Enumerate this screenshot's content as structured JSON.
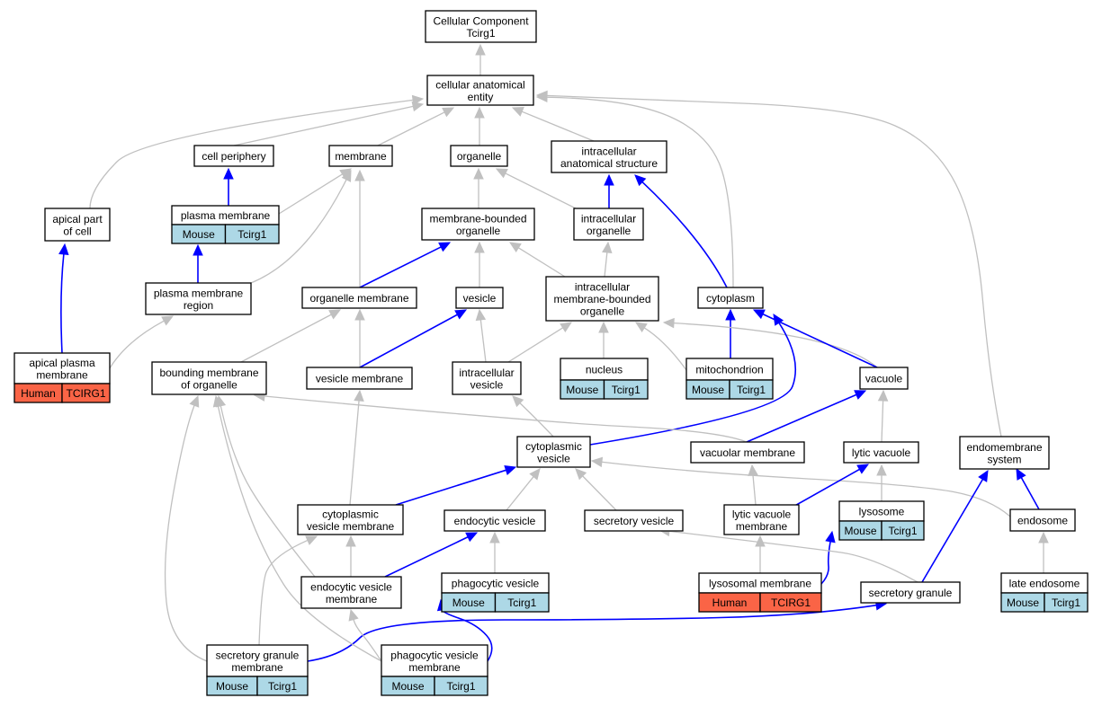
{
  "colors": {
    "is_a_edge": "#c0c0c0",
    "part_of_edge": "#0000ff",
    "term_fill": "#ffffff",
    "term_border": "#000000",
    "mouse_annotation": "#add8e6",
    "human_annotation": "#fa6446"
  },
  "nodes": [
    {
      "id": "root",
      "lines": [
        "Cellular Component",
        "Tcirg1"
      ]
    },
    {
      "id": "cae",
      "lines": [
        "cellular anatomical",
        "entity"
      ]
    },
    {
      "id": "cellper",
      "lines": [
        "cell periphery"
      ]
    },
    {
      "id": "membrane",
      "lines": [
        "membrane"
      ]
    },
    {
      "id": "organelle",
      "lines": [
        "organelle"
      ]
    },
    {
      "id": "ias",
      "lines": [
        "intracellular",
        "anatomical structure"
      ]
    },
    {
      "id": "apical",
      "lines": [
        "apical part",
        "of cell"
      ]
    },
    {
      "id": "pm",
      "lines": [
        "plasma membrane"
      ],
      "annotation": {
        "species": "Mouse",
        "gene": "Tcirg1"
      }
    },
    {
      "id": "mbo",
      "lines": [
        "membrane-bounded",
        "organelle"
      ]
    },
    {
      "id": "intorg",
      "lines": [
        "intracellular",
        "organelle"
      ]
    },
    {
      "id": "pmr",
      "lines": [
        "plasma membrane",
        "region"
      ]
    },
    {
      "id": "orgmem",
      "lines": [
        "organelle membrane"
      ]
    },
    {
      "id": "vesicle",
      "lines": [
        "vesicle"
      ]
    },
    {
      "id": "imbo",
      "lines": [
        "intracellular",
        "membrane-bounded",
        "organelle"
      ]
    },
    {
      "id": "cytoplasm",
      "lines": [
        "cytoplasm"
      ]
    },
    {
      "id": "apm",
      "lines": [
        "apical plasma",
        "membrane"
      ],
      "annotation": {
        "species": "Human",
        "gene": "TCIRG1"
      }
    },
    {
      "id": "bmo",
      "lines": [
        "bounding membrane",
        "of organelle"
      ]
    },
    {
      "id": "vesmem",
      "lines": [
        "vesicle membrane"
      ]
    },
    {
      "id": "intves",
      "lines": [
        "intracellular",
        "vesicle"
      ]
    },
    {
      "id": "nucleus",
      "lines": [
        "nucleus"
      ],
      "annotation": {
        "species": "Mouse",
        "gene": "Tcirg1"
      }
    },
    {
      "id": "mito",
      "lines": [
        "mitochondrion"
      ],
      "annotation": {
        "species": "Mouse",
        "gene": "Tcirg1"
      }
    },
    {
      "id": "vacuole",
      "lines": [
        "vacuole"
      ]
    },
    {
      "id": "cytves",
      "lines": [
        "cytoplasmic",
        "vesicle"
      ]
    },
    {
      "id": "vacmem",
      "lines": [
        "vacuolar membrane"
      ]
    },
    {
      "id": "lytvac",
      "lines": [
        "lytic vacuole"
      ]
    },
    {
      "id": "endomem",
      "lines": [
        "endomembrane",
        "system"
      ]
    },
    {
      "id": "cvm",
      "lines": [
        "cytoplasmic",
        "vesicle membrane"
      ]
    },
    {
      "id": "endoves",
      "lines": [
        "endocytic vesicle"
      ]
    },
    {
      "id": "secves",
      "lines": [
        "secretory vesicle"
      ]
    },
    {
      "id": "lvm",
      "lines": [
        "lytic vacuole",
        "membrane"
      ]
    },
    {
      "id": "lysosome",
      "lines": [
        "lysosome"
      ],
      "annotation": {
        "species": "Mouse",
        "gene": "Tcirg1"
      }
    },
    {
      "id": "endosome",
      "lines": [
        "endosome"
      ]
    },
    {
      "id": "evm",
      "lines": [
        "endocytic vesicle",
        "membrane"
      ]
    },
    {
      "id": "phagoves",
      "lines": [
        "phagocytic vesicle"
      ],
      "annotation": {
        "species": "Mouse",
        "gene": "Tcirg1"
      }
    },
    {
      "id": "lysmem",
      "lines": [
        "lysosomal membrane"
      ],
      "annotation": {
        "species": "Human",
        "gene": "TCIRG1"
      }
    },
    {
      "id": "secgran",
      "lines": [
        "secretory granule"
      ]
    },
    {
      "id": "lateendo",
      "lines": [
        "late endosome"
      ],
      "annotation": {
        "species": "Mouse",
        "gene": "Tcirg1"
      }
    },
    {
      "id": "sgm",
      "lines": [
        "secretory granule",
        "membrane"
      ],
      "annotation": {
        "species": "Mouse",
        "gene": "Tcirg1"
      }
    },
    {
      "id": "pvm",
      "lines": [
        "phagocytic vesicle",
        "membrane"
      ],
      "annotation": {
        "species": "Mouse",
        "gene": "Tcirg1"
      }
    }
  ],
  "edges": [
    {
      "from": "cae",
      "to": "root",
      "type": "is_a"
    },
    {
      "from": "cellper",
      "to": "cae",
      "type": "is_a"
    },
    {
      "from": "membrane",
      "to": "cae",
      "type": "is_a"
    },
    {
      "from": "organelle",
      "to": "cae",
      "type": "is_a"
    },
    {
      "from": "ias",
      "to": "cae",
      "type": "is_a"
    },
    {
      "from": "apical",
      "to": "cae",
      "type": "is_a"
    },
    {
      "from": "cytoplasm",
      "to": "cae",
      "type": "is_a"
    },
    {
      "from": "endomem",
      "to": "cae",
      "type": "is_a"
    },
    {
      "from": "pm",
      "to": "cellper",
      "type": "part_of"
    },
    {
      "from": "pm",
      "to": "membrane",
      "type": "is_a"
    },
    {
      "from": "pmr",
      "to": "pm",
      "type": "part_of"
    },
    {
      "from": "pmr",
      "to": "membrane",
      "type": "is_a"
    },
    {
      "from": "apm",
      "to": "apical",
      "type": "part_of"
    },
    {
      "from": "apm",
      "to": "pmr",
      "type": "is_a"
    },
    {
      "from": "mbo",
      "to": "organelle",
      "type": "is_a"
    },
    {
      "from": "intorg",
      "to": "organelle",
      "type": "is_a"
    },
    {
      "from": "intorg",
      "to": "ias",
      "type": "part_of"
    },
    {
      "from": "cytoplasm",
      "to": "ias",
      "type": "part_of"
    },
    {
      "from": "orgmem",
      "to": "membrane",
      "type": "is_a"
    },
    {
      "from": "orgmem",
      "to": "mbo",
      "type": "part_of"
    },
    {
      "from": "vesicle",
      "to": "mbo",
      "type": "is_a"
    },
    {
      "from": "imbo",
      "to": "mbo",
      "type": "is_a"
    },
    {
      "from": "imbo",
      "to": "intorg",
      "type": "is_a"
    },
    {
      "from": "bmo",
      "to": "orgmem",
      "type": "is_a"
    },
    {
      "from": "vesmem",
      "to": "orgmem",
      "type": "is_a"
    },
    {
      "from": "vesmem",
      "to": "vesicle",
      "type": "part_of"
    },
    {
      "from": "intves",
      "to": "vesicle",
      "type": "is_a"
    },
    {
      "from": "intves",
      "to": "imbo",
      "type": "is_a"
    },
    {
      "from": "nucleus",
      "to": "imbo",
      "type": "is_a"
    },
    {
      "from": "mito",
      "to": "imbo",
      "type": "is_a"
    },
    {
      "from": "mito",
      "to": "cytoplasm",
      "type": "part_of"
    },
    {
      "from": "vacuole",
      "to": "imbo",
      "type": "is_a"
    },
    {
      "from": "vacuole",
      "to": "cytoplasm",
      "type": "part_of"
    },
    {
      "from": "cytves",
      "to": "intves",
      "type": "is_a"
    },
    {
      "from": "cytves",
      "to": "cytoplasm",
      "type": "part_of"
    },
    {
      "from": "vacmem",
      "to": "bmo",
      "type": "is_a"
    },
    {
      "from": "vacmem",
      "to": "vacuole",
      "type": "part_of"
    },
    {
      "from": "lytvac",
      "to": "vacuole",
      "type": "is_a"
    },
    {
      "from": "cvm",
      "to": "vesmem",
      "type": "is_a"
    },
    {
      "from": "cvm",
      "to": "cytves",
      "type": "part_of"
    },
    {
      "from": "endoves",
      "to": "cytves",
      "type": "is_a"
    },
    {
      "from": "secves",
      "to": "cytves",
      "type": "is_a"
    },
    {
      "from": "endosome",
      "to": "cytves",
      "type": "is_a"
    },
    {
      "from": "endosome",
      "to": "endomem",
      "type": "part_of"
    },
    {
      "from": "lvm",
      "to": "vacmem",
      "type": "is_a"
    },
    {
      "from": "lvm",
      "to": "lytvac",
      "type": "part_of"
    },
    {
      "from": "lysosome",
      "to": "lytvac",
      "type": "is_a"
    },
    {
      "from": "evm",
      "to": "bmo",
      "type": "is_a"
    },
    {
      "from": "evm",
      "to": "cvm",
      "type": "is_a"
    },
    {
      "from": "evm",
      "to": "endoves",
      "type": "part_of"
    },
    {
      "from": "phagoves",
      "to": "endoves",
      "type": "is_a"
    },
    {
      "from": "lysmem",
      "to": "lvm",
      "type": "is_a"
    },
    {
      "from": "lysmem",
      "to": "lysosome",
      "type": "part_of"
    },
    {
      "from": "secgran",
      "to": "secves",
      "type": "is_a"
    },
    {
      "from": "secgran",
      "to": "endomem",
      "type": "part_of"
    },
    {
      "from": "lateendo",
      "to": "endosome",
      "type": "is_a"
    },
    {
      "from": "sgm",
      "to": "bmo",
      "type": "is_a"
    },
    {
      "from": "sgm",
      "to": "cvm",
      "type": "is_a"
    },
    {
      "from": "sgm",
      "to": "secgran",
      "type": "part_of"
    },
    {
      "from": "pvm",
      "to": "evm",
      "type": "is_a"
    },
    {
      "from": "pvm",
      "to": "bmo",
      "type": "is_a"
    },
    {
      "from": "pvm",
      "to": "phagoves",
      "type": "part_of"
    }
  ]
}
